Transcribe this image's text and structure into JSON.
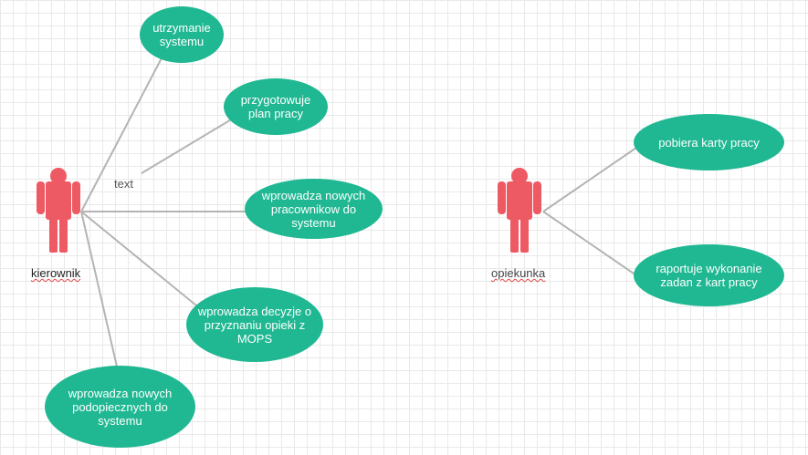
{
  "actors": [
    {
      "id": "kierownik",
      "label": "kierownik"
    },
    {
      "id": "opiekunka",
      "label": "opiekunka"
    }
  ],
  "use_cases": {
    "utrzymanie": "utrzymanie systemu",
    "przygotowuje": "przygotowuje plan pracy",
    "wprowadza_pracownikow": "wprowadza nowych pracownikow do systemu",
    "wprowadza_decyzje": "wprowadza decyzje o przyznaniu opieki z MOPS",
    "wprowadza_podopiecznych": "wprowadza nowych podopiecznych do systemu",
    "pobiera": "pobiera karty pracy",
    "raportuje": "raportuje wykonanie zadan z kart pracy"
  },
  "free_text": "text",
  "colors": {
    "actor": "#ee5a64",
    "usecase": "#1fb892",
    "line": "#b4b4b4"
  }
}
